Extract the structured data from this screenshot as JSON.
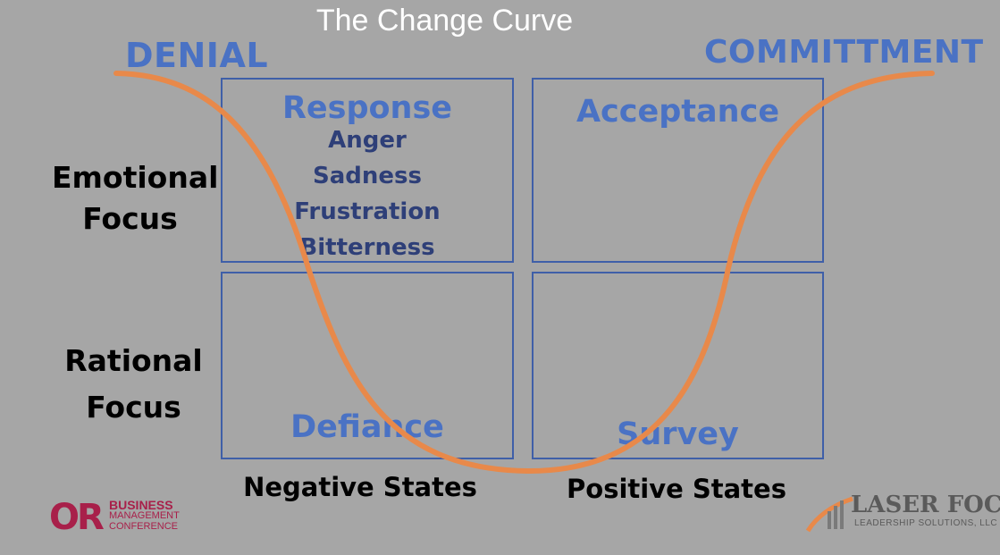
{
  "title": "The Change Curve",
  "corners": {
    "top_left": "DENIAL",
    "top_right": "COMMITTMENT"
  },
  "quadrants": {
    "top_left": {
      "title": "Response",
      "items": [
        "Anger",
        "Sadness",
        "Frustration",
        "Bitterness"
      ]
    },
    "top_right": {
      "title": "Acceptance"
    },
    "bottom_left": {
      "title": "Defiance"
    },
    "bottom_right": {
      "title": "Survey"
    }
  },
  "row_labels": {
    "emotional": [
      "Emotional",
      "Focus"
    ],
    "rational": [
      "Rational",
      "Focus"
    ]
  },
  "col_labels": {
    "negative": "Negative States",
    "positive": "Positive States"
  },
  "logos": {
    "left": {
      "mark": "OR",
      "line1": "BUSINESS",
      "line2": "MANAGEMENT",
      "line3": "CONFERENCE"
    },
    "right": {
      "name": "LASER FOCUS",
      "tagline": "LEADERSHIP SOLUTIONS, LLC"
    }
  },
  "colors": {
    "background": "#a6a6a6",
    "accent_blue": "#4a72c4",
    "box_border": "#3f5fa8",
    "curve": "#e8894a",
    "logo_red": "#a8204a"
  }
}
